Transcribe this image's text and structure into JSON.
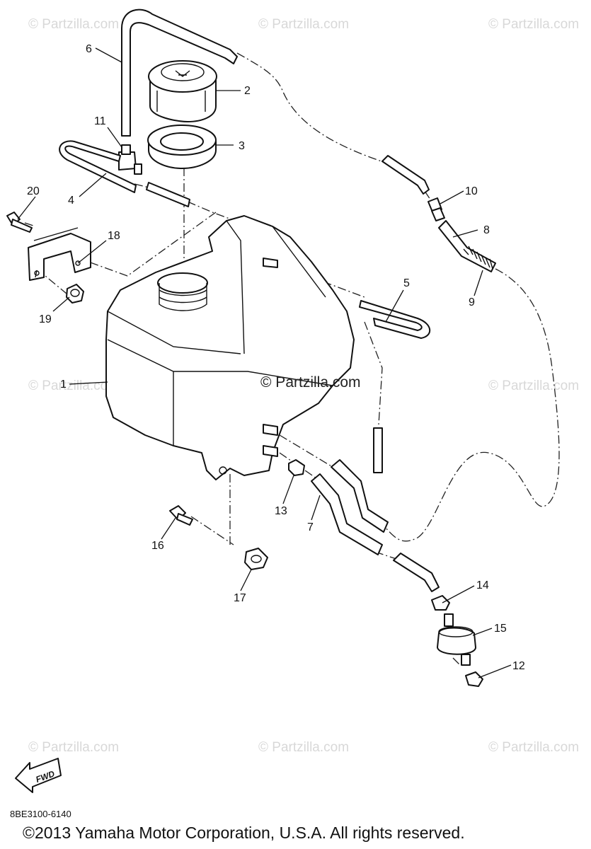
{
  "watermark": "© Partzilla.com",
  "watermark_center": "© Partzilla.com",
  "callouts": [
    "1",
    "2",
    "3",
    "4",
    "5",
    "6",
    "7",
    "8",
    "9",
    "10",
    "11",
    "12",
    "13",
    "14",
    "15",
    "16",
    "17",
    "18",
    "19",
    "20"
  ],
  "fwd_label": "FWD",
  "diagram_code": "8BE3100-6140",
  "copyright": "©2013 Yamaha Motor Corporation, U.S.A. All rights reserved."
}
